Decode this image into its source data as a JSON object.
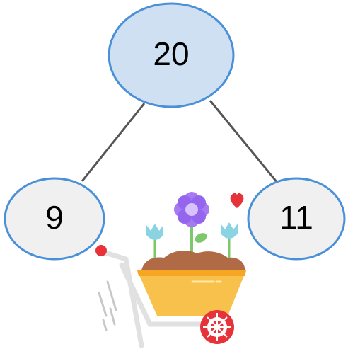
{
  "diagram": {
    "type": "number-bond",
    "whole": {
      "value": "20",
      "fill": "#cfe0f3"
    },
    "parts": [
      {
        "value": "9",
        "fill": "#f0f0f0"
      },
      {
        "value": "11",
        "fill": "#f0f0f0"
      }
    ],
    "node_stroke": "#4a90d9",
    "connector_color": "#555555",
    "illustration": "wheelbarrow-with-flowers"
  }
}
